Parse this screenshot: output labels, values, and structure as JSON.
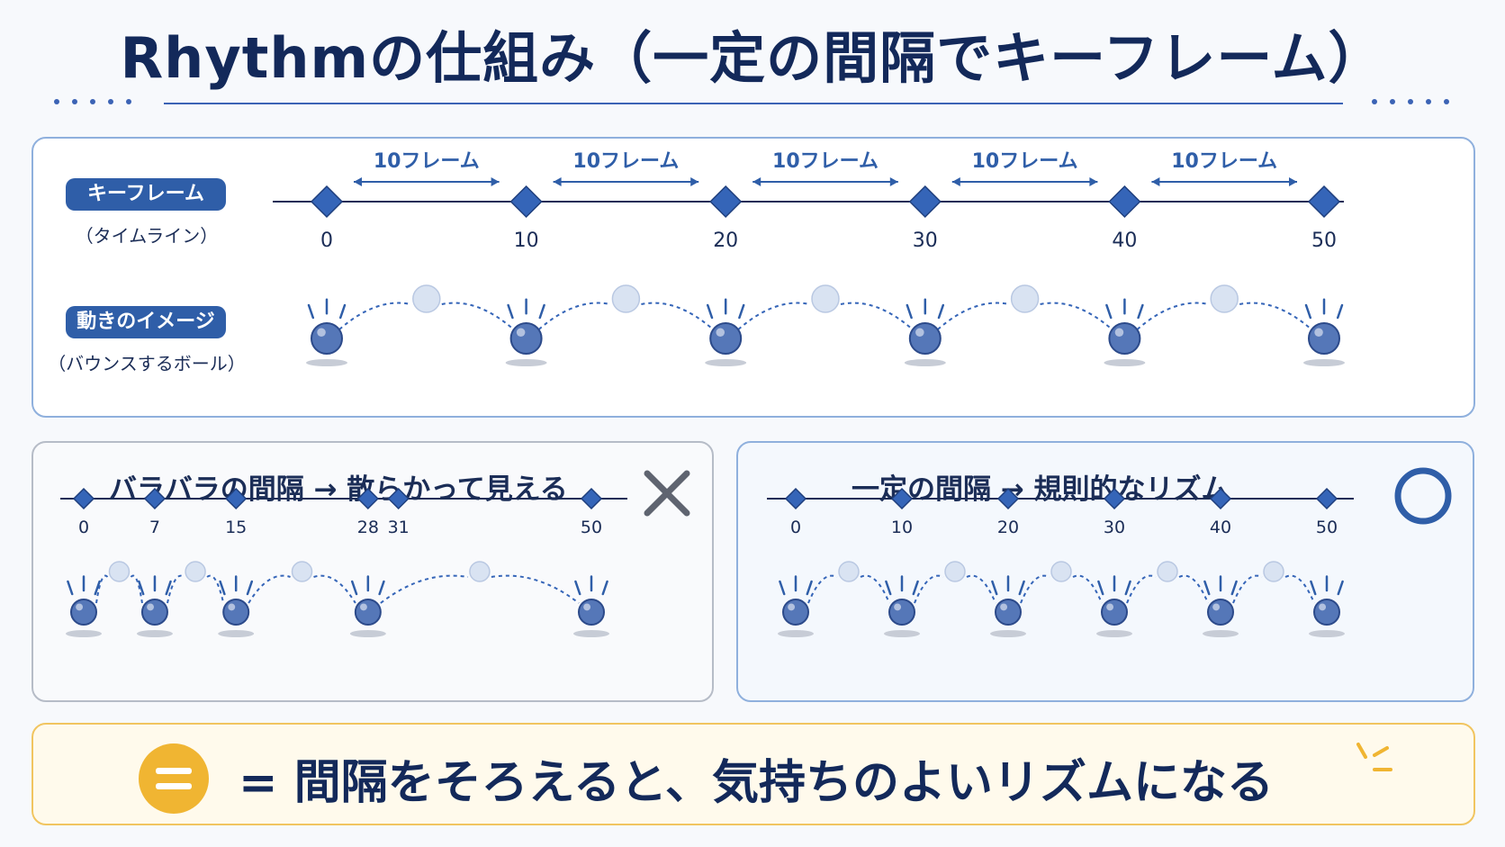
{
  "title": "Rhythmの仕組み（一定の間隔でキーフレーム）",
  "top": {
    "keyframe_label": "キーフレーム",
    "keyframe_sub": "（タイムライン）",
    "motion_label": "動きのイメージ",
    "motion_sub": "（バウンスするボール）",
    "interval_label": "10フレーム",
    "frames": [
      0,
      10,
      20,
      30,
      40,
      50
    ]
  },
  "bad": {
    "title": "バラバラの間隔 → 散らかって見える",
    "verdict_icon": "cross-icon",
    "frames": [
      0,
      7,
      15,
      28,
      31,
      50
    ]
  },
  "good": {
    "title": "一定の間隔 → 規則的なリズム",
    "verdict_icon": "circle-icon",
    "frames": [
      0,
      10,
      20,
      30,
      40,
      50
    ]
  },
  "summary": {
    "text": "= 間隔をそろえると、気持ちのよいリズムになる",
    "icon": "equals-icon"
  },
  "colors": {
    "accent": "#2f5ea8",
    "diamond": "#3565b8",
    "ball": "#5577b8",
    "ghost_ball": "#d9e3f2",
    "summary_accent": "#f0b532",
    "verdict_bad": "#5f6470"
  }
}
